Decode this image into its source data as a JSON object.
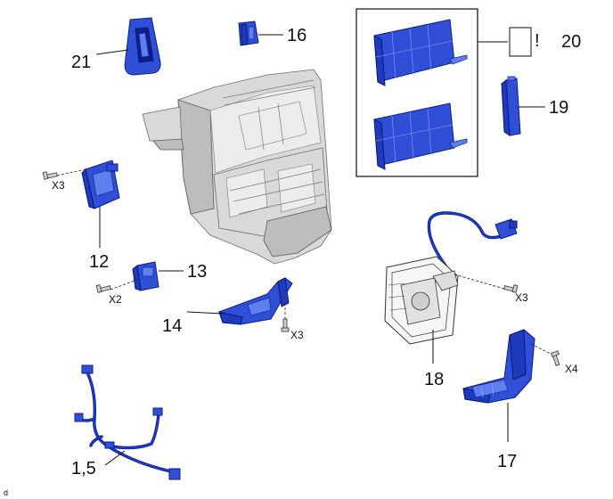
{
  "labels": {
    "p21": "21",
    "p16": "16",
    "p20": "20",
    "p19": "19",
    "p12": "12",
    "p13": "13",
    "p14": "14",
    "p18": "18",
    "p17": "17",
    "p15": "1,5"
  },
  "quantities": {
    "q12": "X3",
    "q13": "X2",
    "q14": "X3",
    "q18": "X3",
    "q17": "X4"
  },
  "note_mark": "!",
  "corner_mark": "d",
  "colors": {
    "part_blue": "#2f4fd6",
    "housing_grey": "#d9d9d9"
  }
}
